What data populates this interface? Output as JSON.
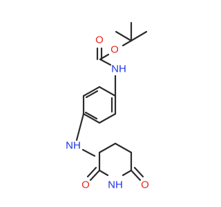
{
  "molecule": {
    "atoms": {
      "ester_o": "O",
      "carbonyl_o_top": "O",
      "carbamate_nh": "NH",
      "amine_nh": "NH",
      "ring_nh": "NH",
      "carbonyl_o_left": "O",
      "carbonyl_o_right": "O"
    },
    "colors": {
      "oxygen": "#e8261a",
      "nitrogen": "#1c33e6",
      "carbon_bond": "#2b2b2b",
      "background": "#ffffff"
    }
  }
}
